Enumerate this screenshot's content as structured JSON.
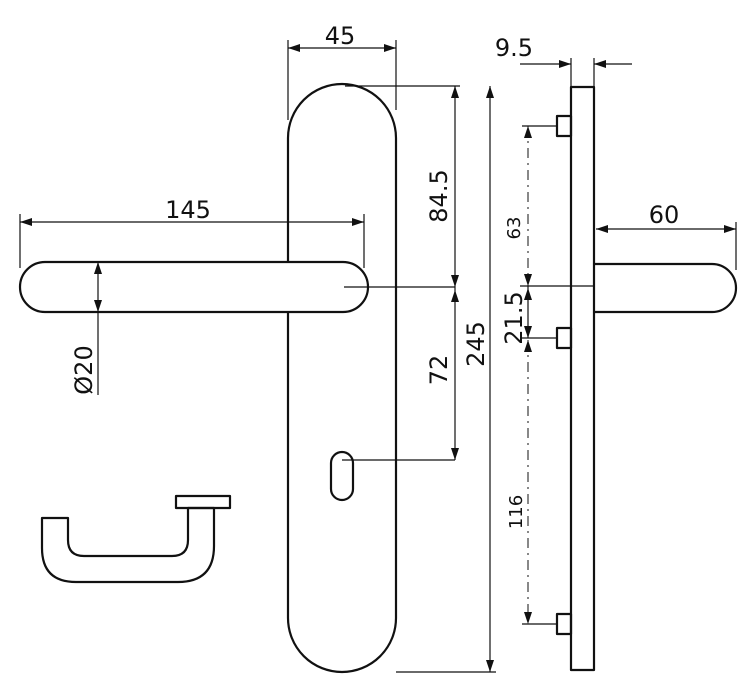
{
  "dimensions": {
    "plate_width": "45",
    "plate_thickness": "9.5",
    "lever_length": "145",
    "lever_projection": "60",
    "lever_diameter": "Ø20",
    "handle_to_top": "84.5",
    "handle_to_keyhole": "72",
    "plate_height": "245",
    "top_fixing": "63",
    "spindle_to_fixing": "21.5",
    "fixing_centres": "116"
  }
}
